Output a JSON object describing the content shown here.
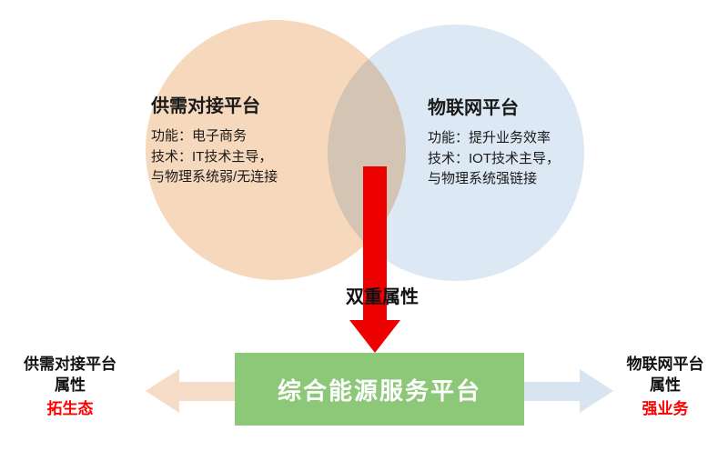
{
  "diagram": {
    "left_circle": {
      "title": "供需对接平台",
      "lines": [
        "功能：电子商务",
        "技术：IT技术主导，",
        "与物理系统弱/无连接"
      ],
      "color": "#F6D8BC"
    },
    "right_circle": {
      "title": "物联网平台",
      "lines": [
        "功能：提升业务效率",
        "技术：IOT技术主导，",
        "与物理系统强链接"
      ],
      "color": "#DCE8F4"
    },
    "down_arrow_label": "双重属性",
    "center_box": {
      "label": "综合能源服务平台",
      "color": "#8DC878"
    },
    "left_result": {
      "line1": "供需对接平台",
      "line2": "属性",
      "highlight": "拓生态"
    },
    "right_result": {
      "line1": "物联网平台",
      "line2": "属性",
      "highlight": "强业务"
    },
    "colors": {
      "down_arrow": "#EC0000",
      "left_arrow": "#F4DCC6",
      "right_arrow": "#D8E4F0",
      "highlight_text": "#FF0000"
    }
  }
}
